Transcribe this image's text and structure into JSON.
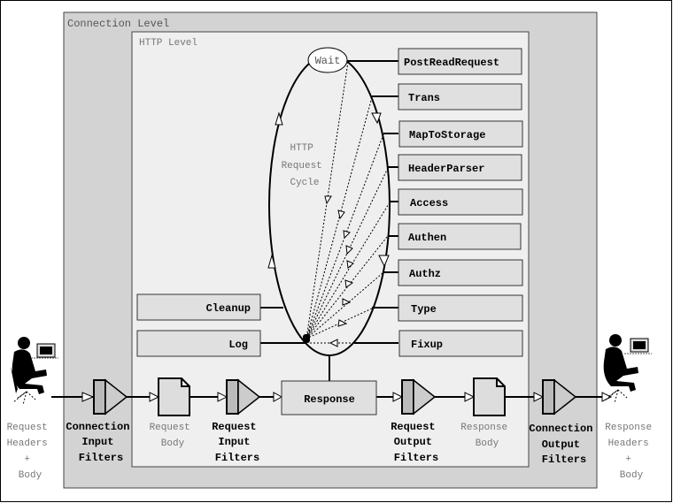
{
  "levels": {
    "connection": "Connection Level",
    "http": "HTTP Level"
  },
  "cycle": {
    "wait": "Wait",
    "label": [
      "HTTP",
      "Request",
      "Cycle"
    ]
  },
  "phases_right": [
    "PostReadRequest",
    "Trans",
    "MapToStorage",
    "HeaderParser",
    "Access",
    "Authen",
    "Authz",
    "Type",
    "Fixup"
  ],
  "phases_left": [
    "Cleanup",
    "Log"
  ],
  "response": "Response",
  "flow_labels": {
    "client_in": [
      "Request",
      "Headers",
      "+",
      "Body"
    ],
    "conn_in": [
      "Connection",
      "Input",
      "Filters"
    ],
    "req_body": [
      "Request",
      "Body"
    ],
    "req_in": [
      "Request",
      "Input",
      "Filters"
    ],
    "req_out": [
      "Request",
      "Output",
      "Filters"
    ],
    "resp_body": [
      "Response",
      "Body"
    ],
    "conn_out": [
      "Connection",
      "Output",
      "Filters"
    ],
    "client_out": [
      "Response",
      "Headers",
      "+",
      "Body"
    ]
  }
}
